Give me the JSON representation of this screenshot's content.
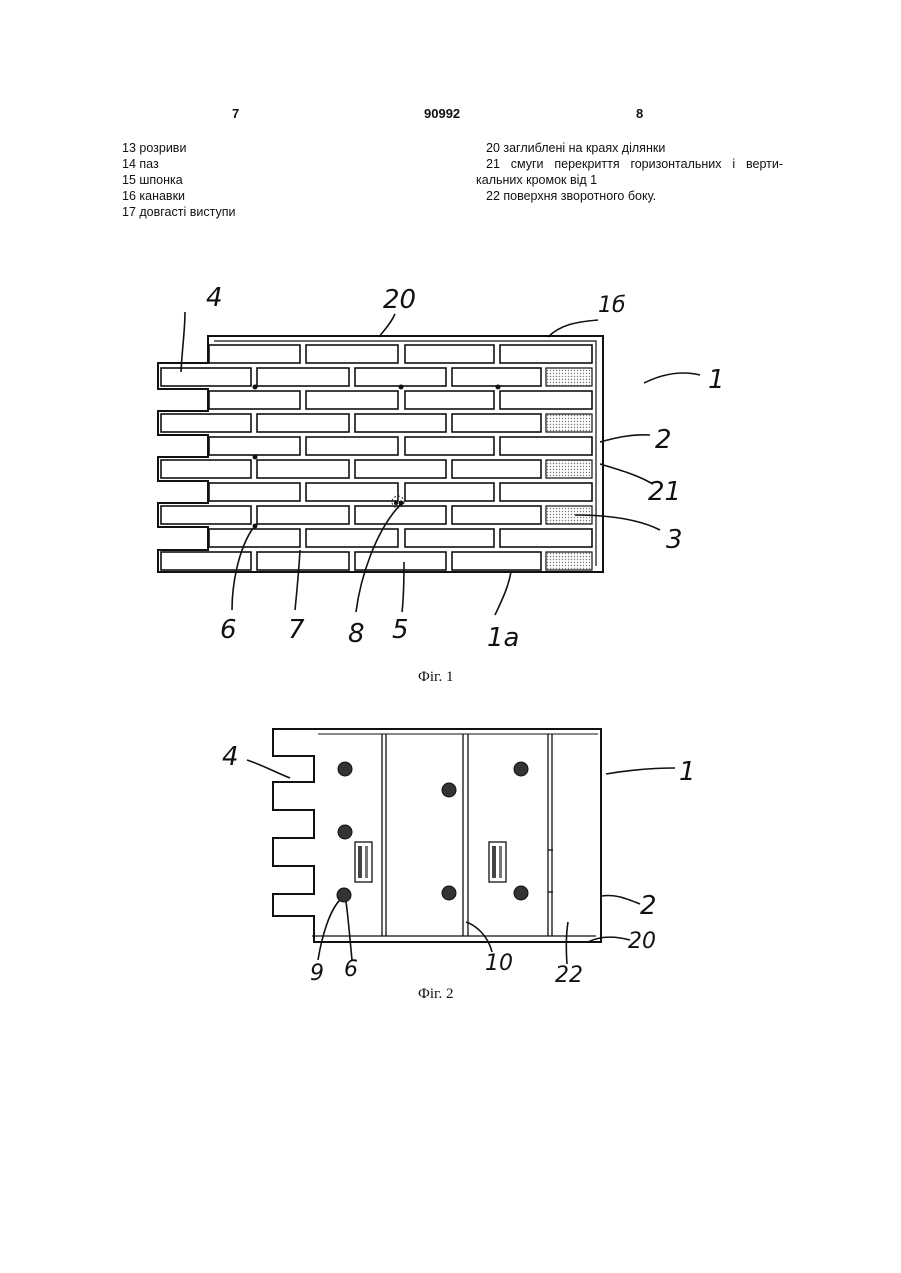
{
  "header": {
    "page_left": "7",
    "doc_number": "90992",
    "page_right": "8"
  },
  "legend_left": [
    "13 розриви",
    "14 паз",
    "15 шпонка",
    "16 канавки",
    "17 довгасті виступи"
  ],
  "legend_right": {
    "item20": "20 заглиблені на краях ділянки",
    "item21_line1": "21 смуги перекриття горизонтальних і верти-",
    "item21_line2": "кальних кромок від 1",
    "item22": "22 поверхня зворотного боку."
  },
  "figure1": {
    "caption": "Фіг. 1",
    "labels": {
      "l4": "4",
      "l20": "20",
      "l1b": "1б",
      "l1": "1",
      "l2": "2",
      "l21": "21",
      "l3": "3",
      "l6": "6",
      "l7": "7",
      "l8": "8",
      "l5": "5",
      "l1a": "1a"
    }
  },
  "figure2": {
    "caption": "Фіг. 2",
    "labels": {
      "l4": "4",
      "l1": "1",
      "l2": "2",
      "l20": "20",
      "l9": "9",
      "l6": "6",
      "l10": "10",
      "l22": "22"
    }
  },
  "colors": {
    "ink": "#111111",
    "hatch": "#bdbdbd"
  }
}
